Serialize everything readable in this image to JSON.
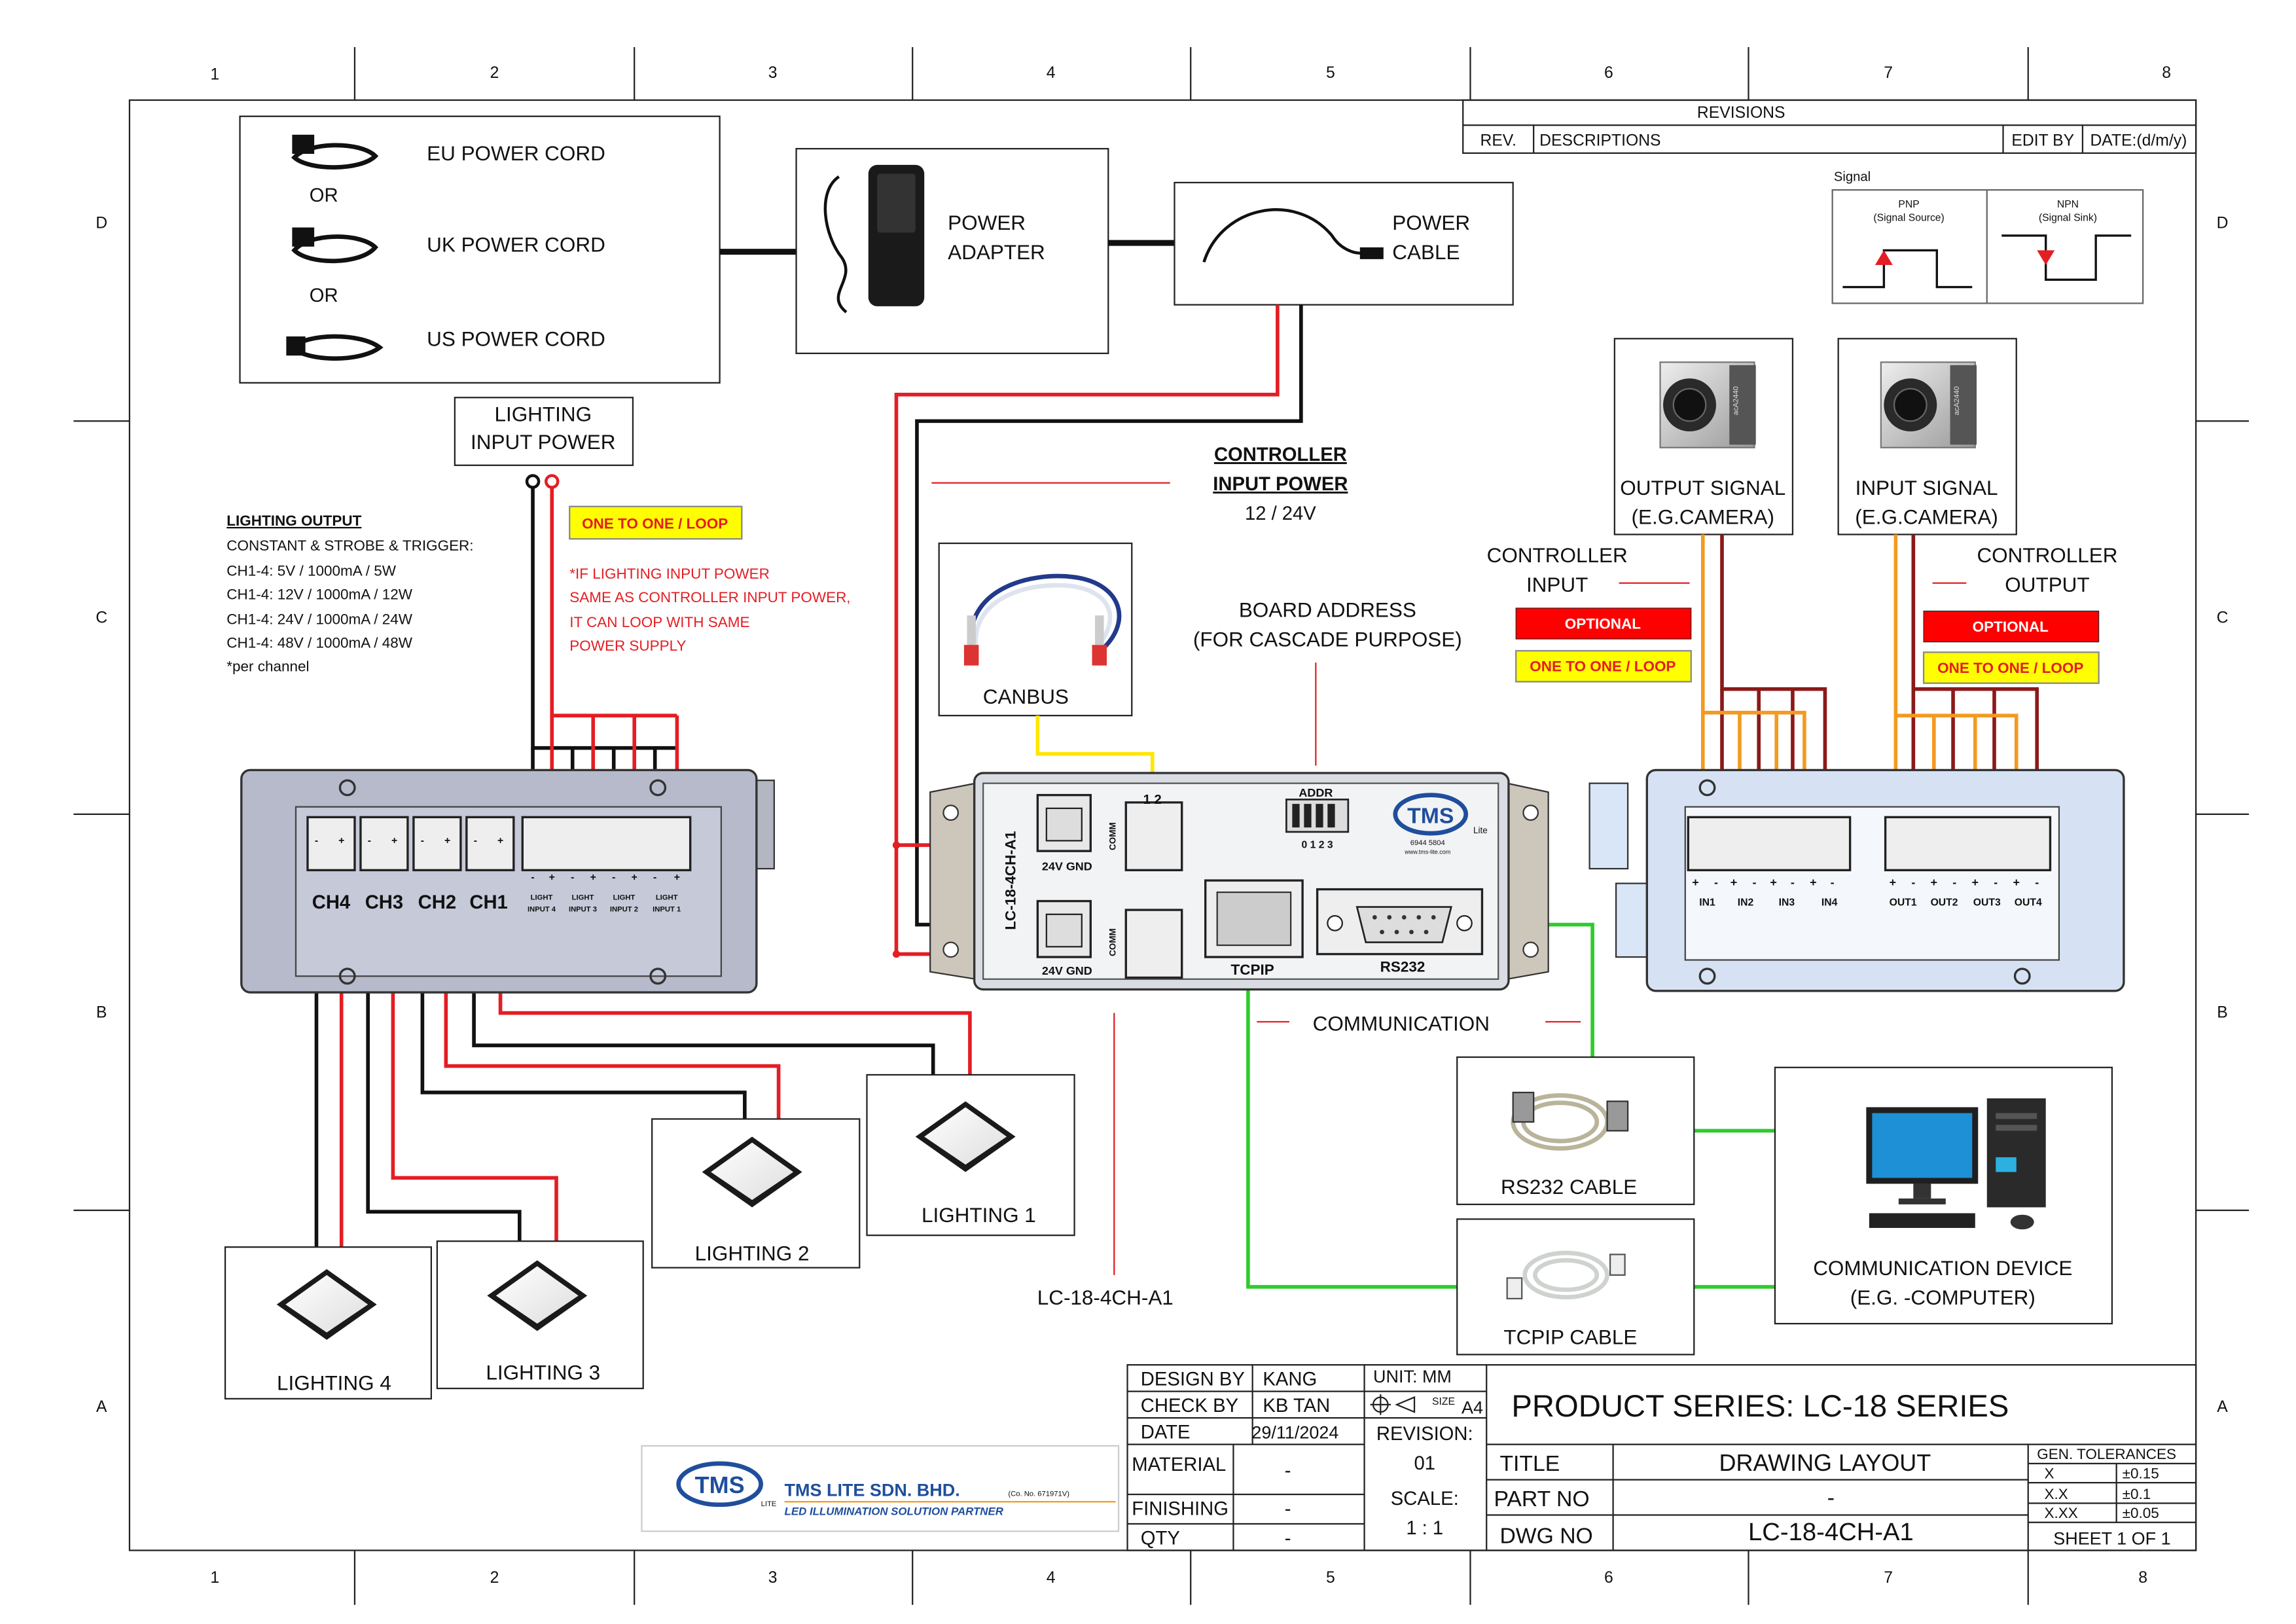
{
  "grid": {
    "columns": [
      "1",
      "2",
      "3",
      "4",
      "5",
      "6",
      "7",
      "8"
    ],
    "rows": [
      "D",
      "C",
      "B",
      "A"
    ]
  },
  "revisions": {
    "title": "REVISIONS",
    "col_rev": "REV.",
    "col_descriptions": "DESCRIPTIONS",
    "col_edit_by": "EDIT BY",
    "col_date": "DATE:(d/m/y)"
  },
  "power": {
    "or_1": "OR",
    "or_2": "OR",
    "cord_eu": "EU POWER CORD",
    "cord_uk": "UK POWER CORD",
    "cord_us": "US POWER CORD",
    "adapter_line1": "POWER",
    "adapter_line2": "ADAPTER",
    "cable_line1": "POWER",
    "cable_line2": "CABLE",
    "lighting_input_line1": "LIGHTING",
    "lighting_input_line2": "INPUT POWER",
    "controller_input_line1": "CONTROLLER",
    "controller_input_line2": "INPUT POWER",
    "controller_voltage": "12 / 24V"
  },
  "signal": {
    "title": "Signal",
    "pnp_line1": "PNP",
    "pnp_line2": "(Signal Source)",
    "npn_line1": "NPN",
    "npn_line2": "(Signal Sink)"
  },
  "lighting_output": {
    "title": "LIGHTING OUTPUT",
    "lines": [
      "CONSTANT & STROBE & TRIGGER:",
      "CH1-4: 5V / 1000mA / 5W",
      "CH1-4: 12V / 1000mA / 12W",
      "CH1-4: 24V / 1000mA / 24W",
      "CH1-4: 48V / 1000mA / 48W",
      "*per channel"
    ]
  },
  "badges": {
    "one_to_one_loop": "ONE TO ONE / LOOP",
    "optional": "OPTIONAL"
  },
  "note_lines": [
    "*IF LIGHTING INPUT POWER",
    "SAME AS CONTROLLER INPUT POWER,",
    "IT CAN LOOP WITH SAME",
    "POWER SUPPLY"
  ],
  "canbus": "CANBUS",
  "board_address_line1": "BOARD ADDRESS",
  "board_address_line2": "(FOR CASCADE PURPOSE)",
  "cameras": {
    "output_line1": "OUTPUT SIGNAL",
    "output_line2": "(E.G.CAMERA)",
    "input_line1": "INPUT SIGNAL",
    "input_line2": "(E.G.CAMERA)",
    "camera_brand": "acA2440"
  },
  "controller_io": {
    "input_line1": "CONTROLLER",
    "input_line2": "INPUT",
    "output_line1": "CONTROLLER",
    "output_line2": "OUTPUT"
  },
  "left_unit": {
    "channels": [
      "CH4",
      "CH3",
      "CH2",
      "CH1"
    ],
    "power_labels": [
      "LIGHT",
      "LIGHT",
      "LIGHT",
      "LIGHT"
    ],
    "power_sublabels": [
      "INPUT 4",
      "INPUT 3",
      "INPUT 2",
      "INPUT 1"
    ]
  },
  "controller": {
    "model": "LC-18-4CH-A1",
    "gnd_label_1": "24V GND",
    "gnd_label_2": "24V GND",
    "comm_label": "COMM",
    "pins": "1  2",
    "addr": "ADDR",
    "addr_nums": "0 1 2 3",
    "tcpip": "TCPIP",
    "rs232": "RS232",
    "logo": "TMS",
    "logo_sub": "Lite",
    "logo_line": "6944 5804",
    "logo_web": "www.tms-lite.com"
  },
  "right_unit": {
    "inputs": [
      "IN1",
      "IN2",
      "IN3",
      "IN4"
    ],
    "outputs": [
      "OUT1",
      "OUT2",
      "OUT3",
      "OUT4"
    ]
  },
  "communication": "COMMUNICATION",
  "rs232_cable": "RS232 CABLE",
  "tcpip_cable": "TCPIP CABLE",
  "comm_device_line1": "COMMUNICATION DEVICE",
  "comm_device_line2": "(E.G. -COMPUTER)",
  "lightings": [
    "LIGHTING 1",
    "LIGHTING 2",
    "LIGHTING 3",
    "LIGHTING 4"
  ],
  "model_callout": "LC-18-4CH-A1",
  "title_block": {
    "design_by_label": "DESIGN BY",
    "design_by": "KANG",
    "check_by_label": "CHECK BY",
    "check_by": "KB TAN",
    "date_label": "DATE",
    "date": "29/11/2024",
    "material_label": "MATERIAL",
    "material": "-",
    "finishing_label": "FINISHING",
    "finishing": "-",
    "qty_label": "QTY",
    "qty": "-",
    "unit": "UNIT:  MM",
    "size_label": "SIZE",
    "size": "A4",
    "revision_label": "REVISION:",
    "revision": "01",
    "scale_label": "SCALE:",
    "scale": "1 : 1",
    "product_series": "PRODUCT SERIES: LC-18 SERIES",
    "title_label": "TITLE",
    "title": "DRAWING LAYOUT",
    "part_no_label": "PART NO",
    "part_no": "-",
    "dwg_no_label": "DWG NO",
    "dwg_no": "LC-18-4CH-A1",
    "gen_tol_label": "GEN. TOLERANCES",
    "tolerances": [
      {
        "key": "X",
        "val": "±0.15"
      },
      {
        "key": "X.X",
        "val": "±0.1"
      },
      {
        "key": "X.XX",
        "val": "±0.05"
      }
    ],
    "sheet": "SHEET 1 OF 1"
  },
  "company": {
    "logo": "TMS",
    "logo_sub": "LITE",
    "name": "TMS LITE SDN. BHD.",
    "reg": "(Co. No. 671971V)",
    "tagline": "LED ILLUMINATION SOLUTION PARTNER"
  },
  "colors": {
    "red": "#e31e24",
    "black": "#111111",
    "yellow": "#ffe600",
    "blue": "#1a3fd1",
    "orange": "#f39a21",
    "darkred": "#8b1a1a",
    "green": "#2ecc2e",
    "badge_red": "#ff0000",
    "badge_yellow": "#ffff00",
    "tms_blue": "#1f4e9c"
  }
}
